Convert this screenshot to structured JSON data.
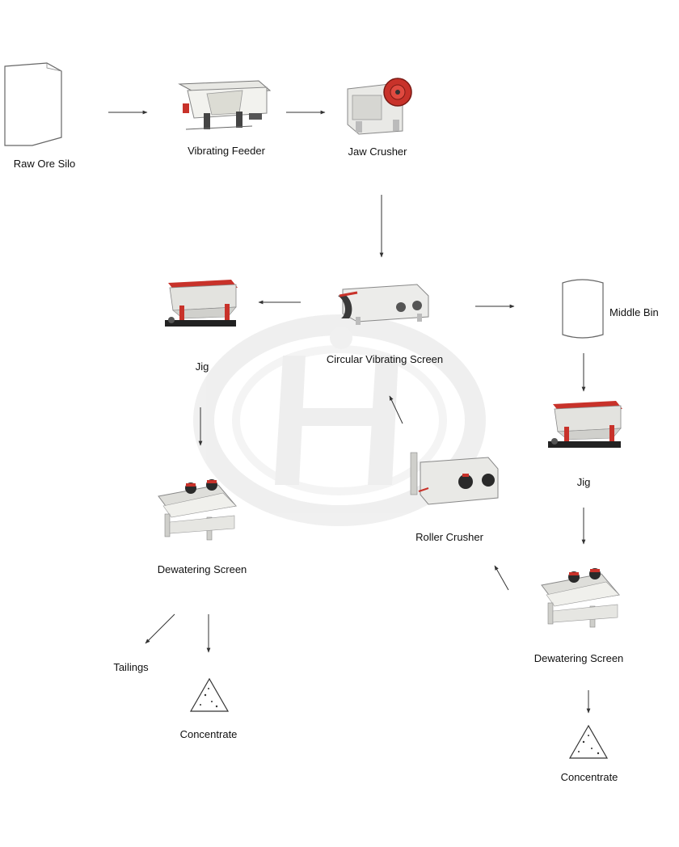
{
  "nodes": {
    "raw_ore_silo": "Raw Ore Silo",
    "vibrating_feeder": "Vibrating Feeder",
    "jaw_crusher": "Jaw Crusher",
    "circular_vibrating_screen": "Circular Vibrating Screen",
    "middle_bin": "Middle Bin",
    "jig_left": "Jig",
    "jig_right": "Jig",
    "dewatering_screen_left": "Dewatering Screen",
    "dewatering_screen_right": "Dewatering Screen",
    "roller_crusher": "Roller Crusher",
    "tailings": "Tailings",
    "concentrate_left": "Concentrate",
    "concentrate_right": "Concentrate"
  },
  "colors": {
    "machine_red": "#c8322a",
    "machine_dark": "#2a2a2a",
    "machine_body": "#e4e4e0",
    "watermark": "#efefef",
    "arrow": "#333333"
  },
  "watermark_icon": "company-logo-watermark"
}
